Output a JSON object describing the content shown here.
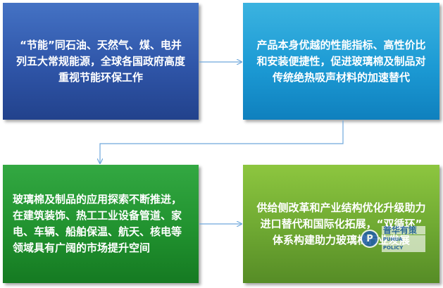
{
  "boxes": {
    "box1": {
      "text": "“节能”同石油、天然气、煤、电并\n列五大常规能源，全球各国政府高度\n重视节能环保工作"
    },
    "box2": {
      "text": "产品本身优越的性能指标、高性价比\n和安装便捷性，促进玻璃棉及制品对\n传统绝热吸声材料的加速替代"
    },
    "box3": {
      "text": "玻璃棉及制品的应用探索不断推进，\n在建筑装饰、热工工业设备管道、家\n电、车辆、船舶保温、航天、核电等\n领域具有广阔的市场提升空间"
    },
    "box4": {
      "text": "供给侧改革和产业结构优化升级助力\n进口替代和国际化拓展，“双循环”\n体系构建助力玻璃棉行业发展"
    }
  },
  "watermark": {
    "cn": "普华有策",
    "en": "PUHUA POLICY"
  },
  "colors": {
    "box1": "#2f55a8",
    "box2": "#1c9ad4",
    "box3": "#21922f",
    "box4": "#6ea832",
    "connector": "#6fa8dc"
  }
}
